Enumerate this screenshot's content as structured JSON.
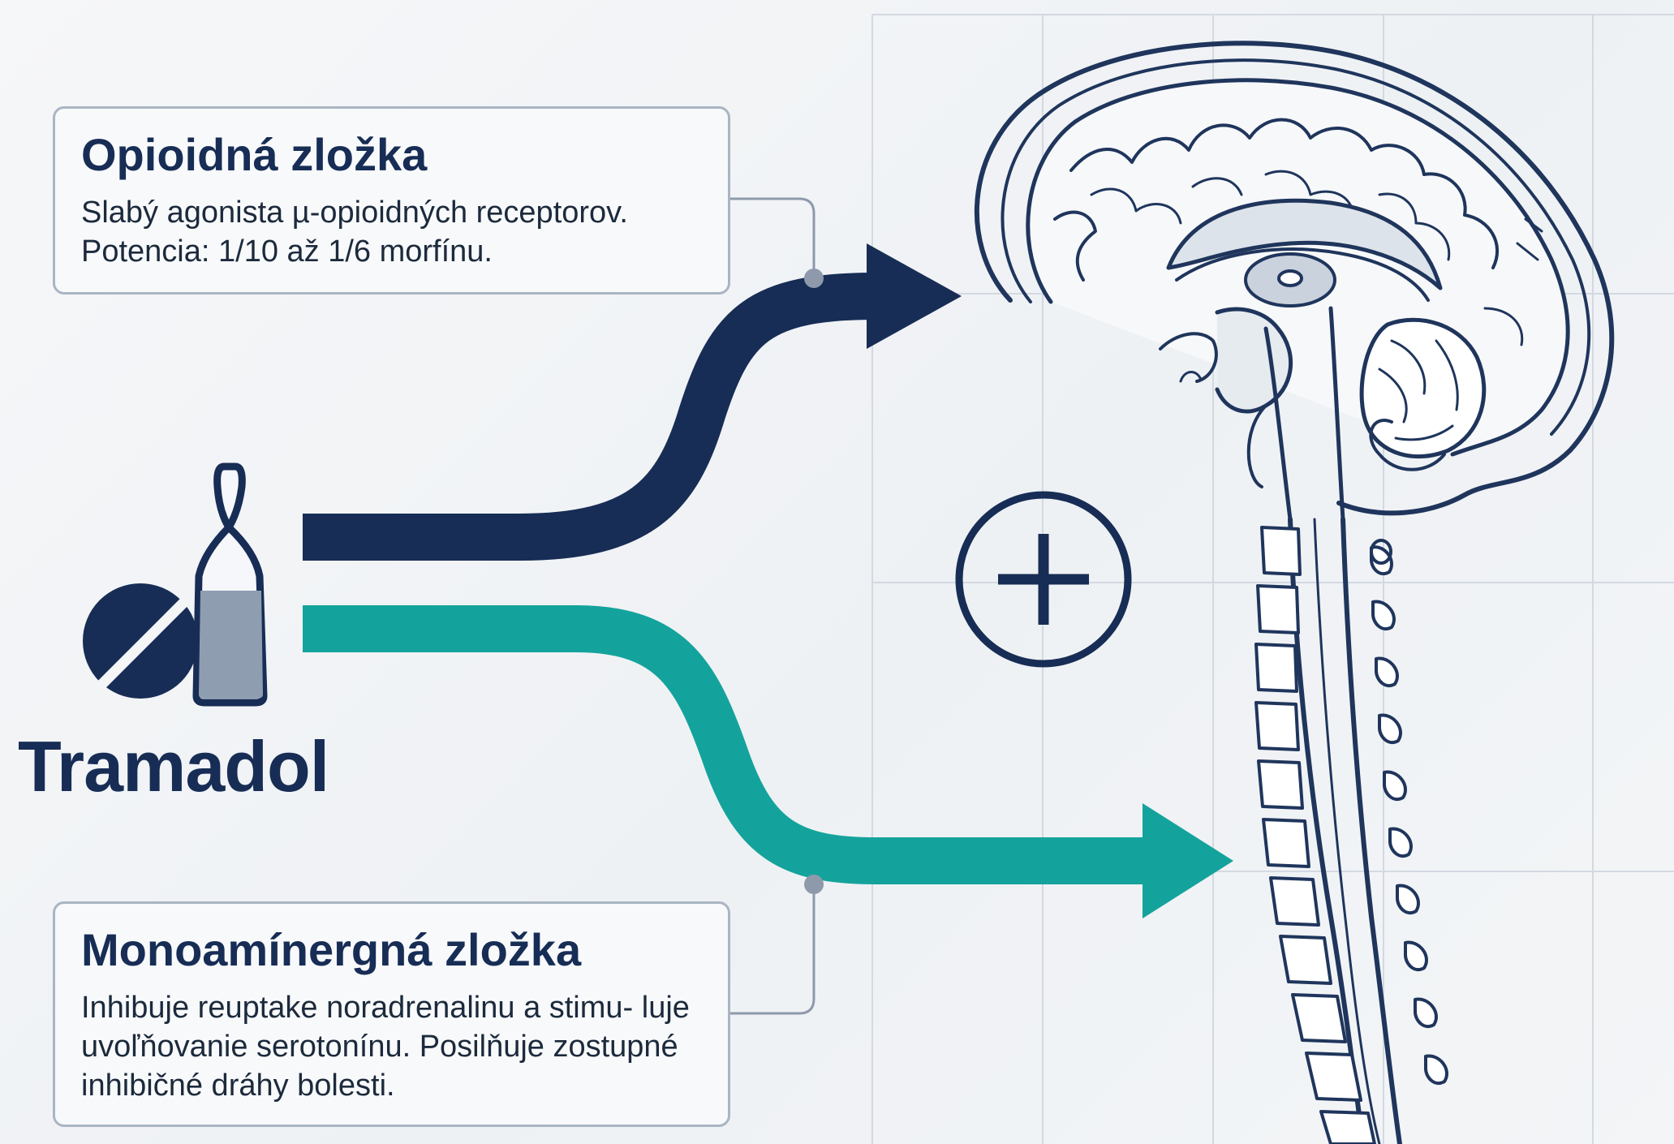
{
  "drug": {
    "name": "Tramadol"
  },
  "components": [
    {
      "title": "Opioidná zložka",
      "text": "Slabý agonista µ-opioidných receptorov. Potencia: 1/10 až 1/6 morfínu."
    },
    {
      "title": "Monoamínergná zložka",
      "text": "Inhibuje reuptake noradrenalinu a stimu- luje uvoľňovanie serotonínu. Posilňuje zostupné inhibičné dráhy bolesti."
    }
  ],
  "icons": {
    "tablet": "pill-icon",
    "ampoule": "ampoule-icon",
    "combine": "plus-circle-icon",
    "anatomy": "brain-spinal-cord-illustration"
  },
  "colors": {
    "opioid_pathway": "#172d55",
    "monoamine_pathway": "#14a39c",
    "outline": "#1f355c",
    "grid": "#d3d9e1"
  }
}
